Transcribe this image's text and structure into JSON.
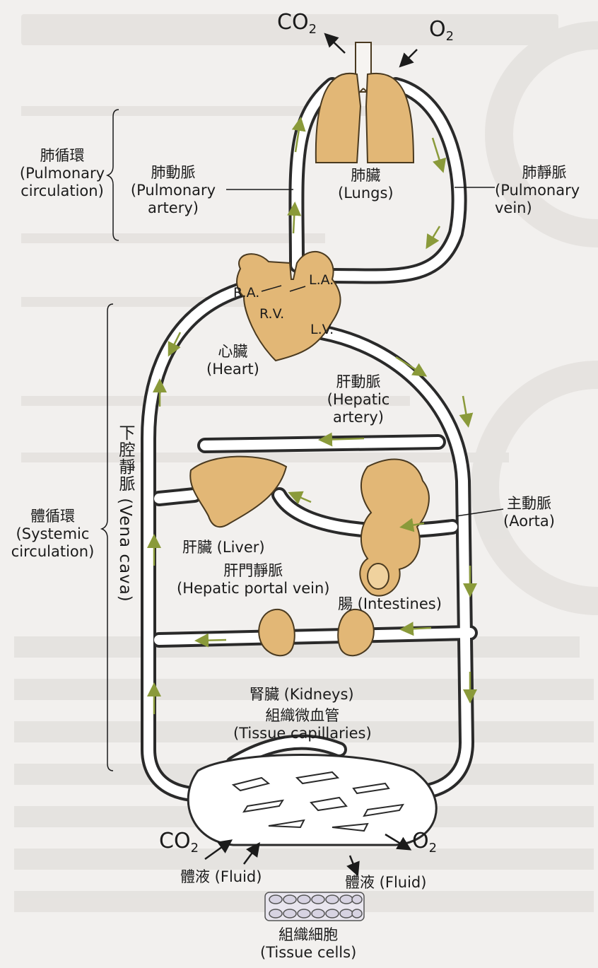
{
  "background_text_color": "#c9c6c3",
  "organ_color": "#e2b776",
  "vessel_fill": "#ffffff",
  "arrow_color": "#8a9a3a",
  "top": {
    "co2_label": "CO",
    "co2_sub": "2",
    "o2_label": "O",
    "o2_sub": "2"
  },
  "pulmonary_circulation": {
    "zh": "肺循環",
    "en": "(Pulmonary circulation)"
  },
  "pulmonary_artery": {
    "zh": "肺動脈",
    "en": "(Pulmonary artery)"
  },
  "lungs": {
    "zh": "肺臟",
    "en": "(Lungs)"
  },
  "pulmonary_vein": {
    "zh": "肺靜脈",
    "en": "(Pulmonary vein)"
  },
  "heart_chambers": {
    "ra": "R.A.",
    "la": "L.A.",
    "rv": "R.V.",
    "lv": "L.V."
  },
  "heart": {
    "zh": "心臟",
    "en": "(Heart)"
  },
  "hepatic_artery": {
    "zh": "肝動脈",
    "en": "(Hepatic artery)"
  },
  "vena_cava": "下腔靜脈 (Vena cava)",
  "systemic_circulation": {
    "zh": "體循環",
    "en": "(Systemic circulation)"
  },
  "aorta": {
    "zh": "主動脈",
    "en": "(Aorta)"
  },
  "liver": "肝臟 (Liver)",
  "hepatic_portal_vein": {
    "zh": "肝門靜脈",
    "en": "(Hepatic portal vein)"
  },
  "intestines": "腸 (Intestines)",
  "kidneys": "腎臟 (Kidneys)",
  "tissue_capillaries": {
    "zh": "組織微血管",
    "en": "(Tissue capillaries)"
  },
  "bottom": {
    "co2_label": "CO",
    "co2_sub": "2",
    "o2_label": "O",
    "o2_sub": "2",
    "fluid_left": "體液 (Fluid)",
    "fluid_right": "體液 (Fluid)"
  },
  "tissue_cells": {
    "zh": "組織細胞",
    "en": "(Tissue cells)"
  }
}
